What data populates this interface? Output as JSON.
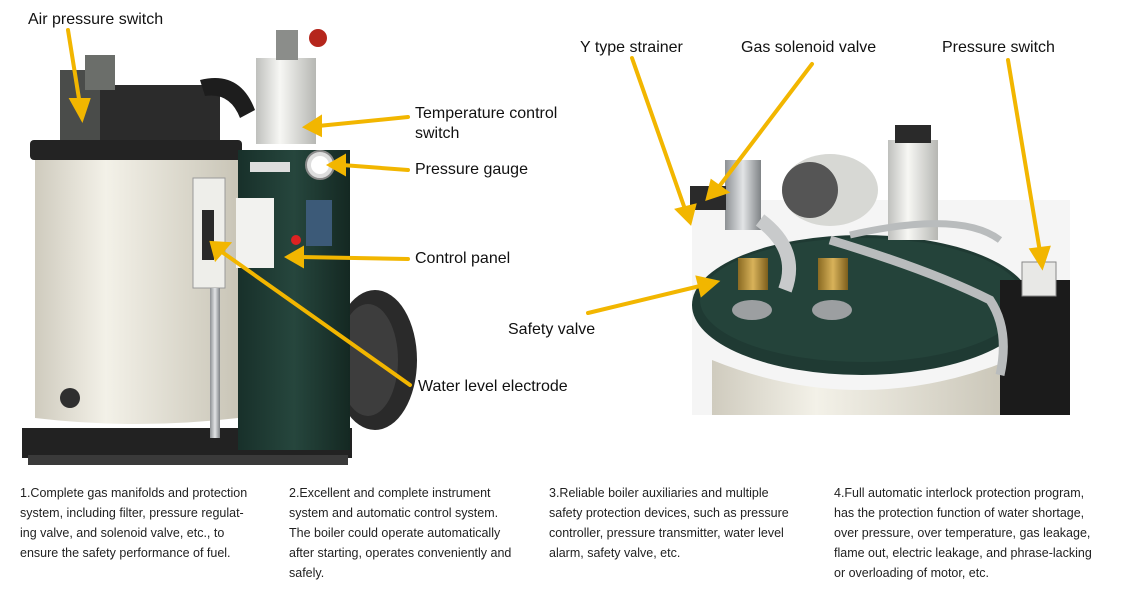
{
  "labels": {
    "air_pressure_switch": "Air pressure switch",
    "temperature_control_switch_l1": "Temperature control",
    "temperature_control_switch_l2": "switch",
    "pressure_gauge": "Pressure gauge",
    "control_panel": "Control panel",
    "water_level_electrode": "Water level electrode",
    "y_type_strainer": "Y type strainer",
    "gas_solenoid_valve": "Gas solenoid valve",
    "pressure_switch": "Pressure switch",
    "safety_valve": "Safety valve"
  },
  "descriptions": [
    {
      "lines": [
        "1.Complete gas manifolds and protection",
        "system, including filter, pressure regulat-",
        "ing valve, and solenoid valve, etc., to",
        "ensure the safety performance of fuel."
      ]
    },
    {
      "lines": [
        "2.Excellent and complete instrument",
        "system and automatic control system.",
        "The boiler could operate automatically",
        "after starting, operates conveniently and",
        "safely."
      ]
    },
    {
      "lines": [
        "3.Reliable boiler auxiliaries and multiple",
        "safety protection devices, such as pressure",
        "controller, pressure transmitter, water level",
        "alarm, safety valve, etc."
      ]
    },
    {
      "lines": [
        "4.Full automatic interlock protection program,",
        "has the protection function of water shortage,",
        "over pressure, over temperature, gas leakage,",
        "flame out, electric leakage, and phrase-lacking",
        "or overloading of motor, etc."
      ]
    }
  ],
  "colors": {
    "arrow": "#f2b600",
    "body_cream": "#e9e6da",
    "panel_green": "#1f3a33",
    "dark": "#1c1c1c"
  }
}
